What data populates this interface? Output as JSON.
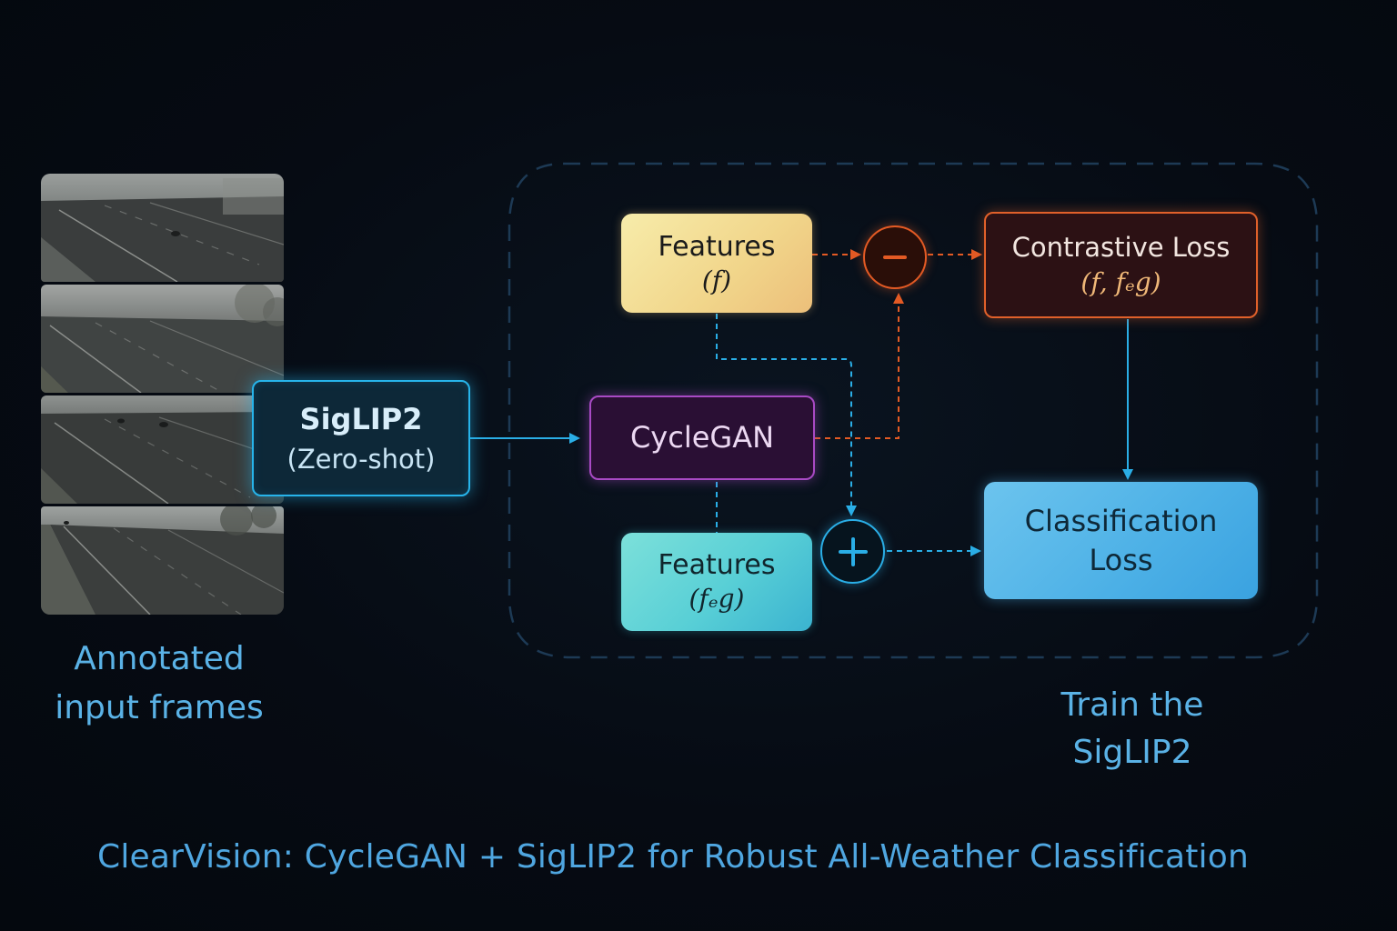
{
  "nodes": {
    "siglip": {
      "title": "SigLIP2",
      "subtitle": "(Zero-shot)"
    },
    "cyclegan": {
      "title": "CycleGAN"
    },
    "features_f": {
      "title": "Features",
      "math": "(f)"
    },
    "features_feg": {
      "title": "Features",
      "math": "(fₑg)"
    },
    "contrastive_loss": {
      "title": "Contrastive Loss",
      "math": "(f, fₑg)"
    },
    "classification_loss": {
      "line1": "Classification",
      "line2": "Loss"
    },
    "minus_op": {
      "symbol": "minus"
    },
    "plus_op": {
      "symbol": "plus"
    }
  },
  "captions": {
    "input_line1": "Annotated",
    "input_line2": "input frames",
    "train_line1": "Train the",
    "train_line2": "SigLIP2"
  },
  "title": "ClearVision: CycleGAN + SigLIP2 for Robust All-Weather Classification",
  "colors": {
    "background": "#050a12",
    "siglip_border": "#27b4ea",
    "cyclegan_border": "#a84ac4",
    "contrastive_border": "#e0602a",
    "orange_arrow": "#e35a24",
    "blue_arrow": "#2aaee6",
    "caption_text": "#5ab2e6",
    "title_text": "#4fa6e0"
  },
  "icons": [
    "minus-icon",
    "plus-icon"
  ]
}
